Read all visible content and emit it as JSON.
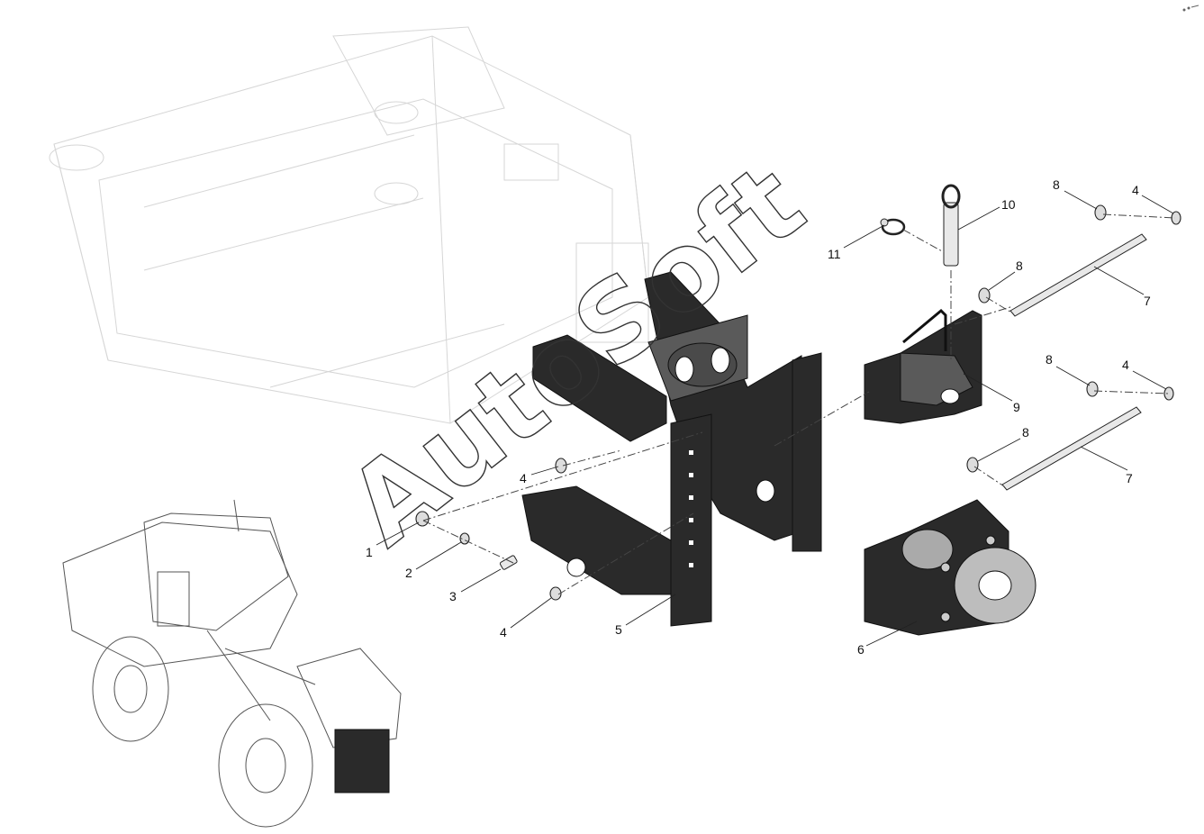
{
  "watermark": "AutoSoft",
  "callouts": [
    {
      "id": "c1",
      "label": "1"
    },
    {
      "id": "c2",
      "label": "2"
    },
    {
      "id": "c3",
      "label": "3"
    },
    {
      "id": "c4a",
      "label": "4"
    },
    {
      "id": "c4b",
      "label": "4"
    },
    {
      "id": "c4c",
      "label": "4"
    },
    {
      "id": "c4d",
      "label": "4"
    },
    {
      "id": "c5",
      "label": "5"
    },
    {
      "id": "c6",
      "label": "6"
    },
    {
      "id": "c7a",
      "label": "7"
    },
    {
      "id": "c7b",
      "label": "7"
    },
    {
      "id": "c8a",
      "label": "8"
    },
    {
      "id": "c8b",
      "label": "8"
    },
    {
      "id": "c8c",
      "label": "8"
    },
    {
      "id": "c8d",
      "label": "8"
    },
    {
      "id": "c9",
      "label": "9"
    },
    {
      "id": "c10",
      "label": "10"
    },
    {
      "id": "c11",
      "label": "11"
    }
  ],
  "colors": {
    "part": "#2a2a2a",
    "ghost": "#d6d6d6",
    "background": "#ffffff"
  }
}
